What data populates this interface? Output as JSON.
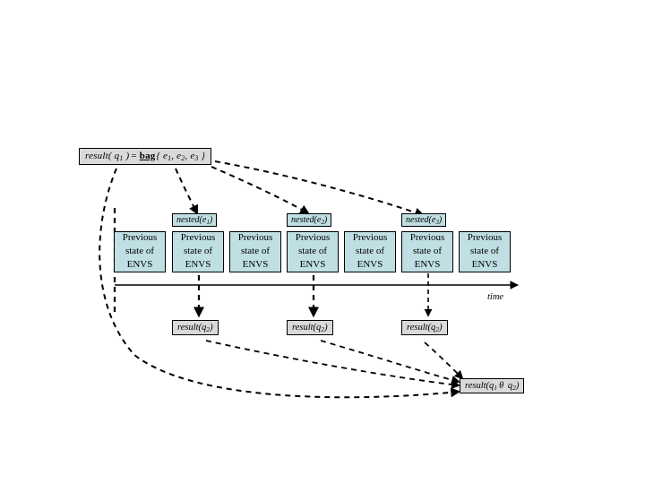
{
  "diagram": {
    "title_box": {
      "prefix": "result( q",
      "prefix_sub": "1",
      "prefix_close": " )",
      "equals": "=",
      "operator": "bag",
      "open_brace": "{ e",
      "items_sub_1": "1",
      "sep_1": ", e",
      "items_sub_2": "2",
      "sep_2": ", e",
      "items_sub_3": "3",
      "close_brace": " }",
      "full_text": "result( q1 ) = bag{ e1, e2, e3 }"
    },
    "nested_labels": [
      {
        "name": "nested",
        "open": "(e",
        "sub": "1",
        "close": ")"
      },
      {
        "name": "nested",
        "open": "(e",
        "sub": "2",
        "close": ")"
      },
      {
        "name": "nested",
        "open": "(e",
        "sub": "3",
        "close": ")"
      }
    ],
    "env_boxes": [
      {
        "line1": "Previous",
        "line2": "state of",
        "line3": "ENVS"
      },
      {
        "line1": "Previous",
        "line2": "state of",
        "line3": "ENVS"
      },
      {
        "line1": "Previous",
        "line2": "state of",
        "line3": "ENVS"
      },
      {
        "line1": "Previous",
        "line2": "state of",
        "line3": "ENVS"
      },
      {
        "line1": "Previous",
        "line2": "state of",
        "line3": "ENVS"
      },
      {
        "line1": "Previous",
        "line2": "state of",
        "line3": "ENVS"
      },
      {
        "line1": "Previous",
        "line2": "state of",
        "line3": "ENVS"
      }
    ],
    "result_labels": [
      {
        "prefix": "result(q",
        "sub": "2",
        "close": ")"
      },
      {
        "prefix": "result(q",
        "sub": "2",
        "close": ")"
      },
      {
        "prefix": "result(q",
        "sub": "2",
        "close": ")"
      }
    ],
    "final_result": {
      "prefix": "result(q",
      "sub1": "1",
      "theta": "θ",
      "mid": " q",
      "sub2": "2",
      "close": ")"
    },
    "axis": {
      "caption": "time"
    },
    "colors": {
      "env_fill": "#bfdfe2",
      "label_fill": "#d9d9d9",
      "stroke": "#000000",
      "background": "#ffffff"
    }
  }
}
